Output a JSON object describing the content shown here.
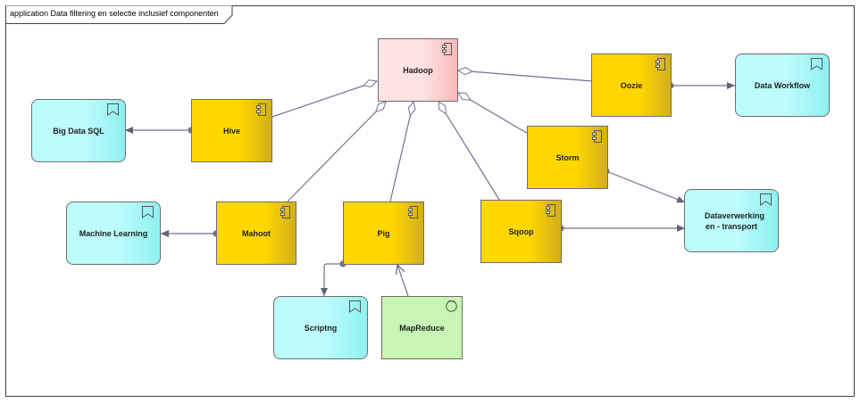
{
  "diagram": {
    "title": "application Data filtering en selectie inclusief componenten"
  },
  "nodes": {
    "hadoop": {
      "label": "Hadoop",
      "type": "component"
    },
    "hive": {
      "label": "Hive",
      "type": "component"
    },
    "oozie": {
      "label": "Oozie",
      "type": "component"
    },
    "storm": {
      "label": "Storm",
      "type": "component"
    },
    "mahoot": {
      "label": "Mahoot",
      "type": "component"
    },
    "pig": {
      "label": "Pig",
      "type": "component"
    },
    "sqoop": {
      "label": "Sqoop",
      "type": "component"
    },
    "big_data_sql": {
      "label": "Big Data SQL",
      "type": "application-service"
    },
    "data_workflow": {
      "label": "Data Workflow",
      "type": "application-service"
    },
    "machine_learning": {
      "label": "Machine Learning",
      "type": "application-service"
    },
    "dataverwerking": {
      "label": "Dataverwerking en - transport",
      "type": "application-service"
    },
    "scripting": {
      "label": "Scriptng",
      "type": "application-service"
    },
    "mapreduce": {
      "label": "MapReduce",
      "type": "application-process"
    }
  },
  "relations": [
    {
      "from": "hive",
      "to": "hadoop",
      "type": "aggregation"
    },
    {
      "from": "mahoot",
      "to": "hadoop",
      "type": "aggregation"
    },
    {
      "from": "pig",
      "to": "hadoop",
      "type": "aggregation"
    },
    {
      "from": "sqoop",
      "to": "hadoop",
      "type": "aggregation"
    },
    {
      "from": "storm",
      "to": "hadoop",
      "type": "aggregation"
    },
    {
      "from": "oozie",
      "to": "hadoop",
      "type": "aggregation"
    },
    {
      "from": "hive",
      "to": "big_data_sql",
      "type": "realization"
    },
    {
      "from": "mahoot",
      "to": "machine_learning",
      "type": "realization"
    },
    {
      "from": "oozie",
      "to": "data_workflow",
      "type": "realization"
    },
    {
      "from": "storm",
      "to": "dataverwerking",
      "type": "realization"
    },
    {
      "from": "sqoop",
      "to": "dataverwerking",
      "type": "realization"
    },
    {
      "from": "pig",
      "to": "scripting",
      "type": "realization"
    },
    {
      "from": "mapreduce",
      "to": "pig",
      "type": "access"
    }
  ],
  "colors": {
    "component": "#ffd700",
    "hadoop": "#ffe2e2",
    "service": "#bdfcfc",
    "process": "#c7f5b3",
    "line": "#6f7390"
  }
}
